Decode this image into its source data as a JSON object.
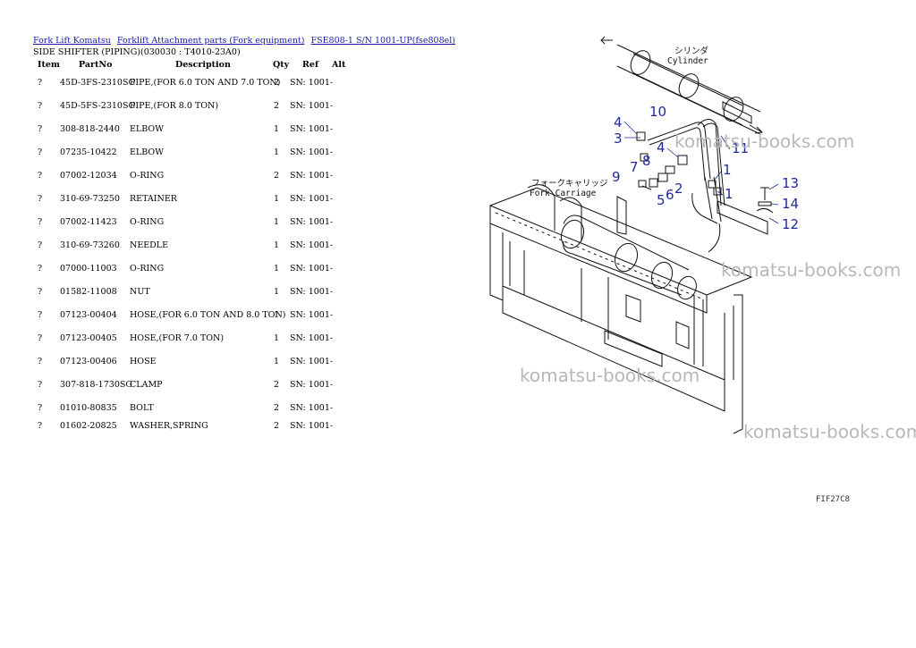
{
  "breadcrumb": {
    "link1": "Fork Lift Komatsu",
    "link2": "Forklift Attachment parts (Fork equipment)",
    "link3": "FSE808-1 S/N 1001-UP(fse808el)"
  },
  "subtitle": "SIDE SHIFTER (PIPING)(030030 : T4010-23A0)",
  "headers": {
    "item": "Item",
    "partno": "PartNo",
    "description": "Description",
    "qty": "Qty",
    "ref": "Ref",
    "alt": "Alt"
  },
  "rows": [
    {
      "item": "?",
      "partno": "45D-3FS-2310SG",
      "description": "PIPE,(FOR 6.0 TON AND 7.0 TON)",
      "qty": "2",
      "ref": "SN: 1001-"
    },
    {
      "item": "?",
      "partno": "45D-5FS-2310SG",
      "description": "PIPE,(FOR 8.0 TON)",
      "qty": "2",
      "ref": "SN: 1001-"
    },
    {
      "item": "?",
      "partno": "308-818-2440",
      "description": "ELBOW",
      "qty": "1",
      "ref": "SN: 1001-"
    },
    {
      "item": "?",
      "partno": "07235-10422",
      "description": "ELBOW",
      "qty": "1",
      "ref": "SN: 1001-"
    },
    {
      "item": "?",
      "partno": "07002-12034",
      "description": "O-RING",
      "qty": "2",
      "ref": "SN: 1001-"
    },
    {
      "item": "?",
      "partno": "310-69-73250",
      "description": "RETAINER",
      "qty": "1",
      "ref": "SN: 1001-"
    },
    {
      "item": "?",
      "partno": "07002-11423",
      "description": "O-RING",
      "qty": "1",
      "ref": "SN: 1001-"
    },
    {
      "item": "?",
      "partno": "310-69-73260",
      "description": "NEEDLE",
      "qty": "1",
      "ref": "SN: 1001-"
    },
    {
      "item": "?",
      "partno": "07000-11003",
      "description": "O-RING",
      "qty": "1",
      "ref": "SN: 1001-"
    },
    {
      "item": "?",
      "partno": "01582-11008",
      "description": "NUT",
      "qty": "1",
      "ref": "SN: 1001-"
    },
    {
      "item": "?",
      "partno": "07123-00404",
      "description": "HOSE,(FOR 6.0 TON AND 8.0 TON)",
      "qty": "1",
      "ref": "SN: 1001-"
    },
    {
      "item": "?",
      "partno": "07123-00405",
      "description": "HOSE,(FOR 7.0 TON)",
      "qty": "1",
      "ref": "SN: 1001-"
    },
    {
      "item": "?",
      "partno": "07123-00406",
      "description": "HOSE",
      "qty": "1",
      "ref": "SN: 1001-"
    },
    {
      "item": "?",
      "partno": "307-818-1730SG",
      "description": "CLAMP",
      "qty": "2",
      "ref": "SN: 1001-"
    },
    {
      "item": "?",
      "partno": "01010-80835",
      "description": "BOLT",
      "qty": "2",
      "ref": "SN: 1001-"
    },
    {
      "item": "?",
      "partno": "01602-20825",
      "description": "WASHER,SPRING",
      "qty": "2",
      "ref": "SN: 1001-"
    }
  ],
  "diagram": {
    "label_cylinder_jp": "シリンダ",
    "label_cylinder": "Cylinder",
    "label_carriage_jp": "フォークキャリッジ",
    "label_carriage": "Fork Carriage",
    "callouts": [
      "1",
      "1",
      "2",
      "3",
      "4",
      "4",
      "5",
      "6",
      "7",
      "8",
      "9",
      "10",
      "11",
      "12",
      "13",
      "14"
    ],
    "callout_color": "#1f2a9c",
    "figure_code": "FIF27C8"
  },
  "watermark": "komatsu-books.com"
}
